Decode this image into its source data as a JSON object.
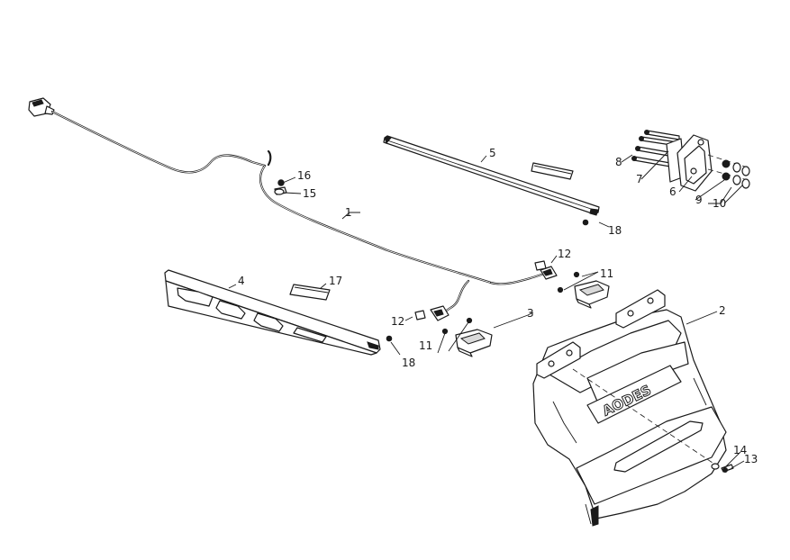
{
  "brand_text": "AODES",
  "callouts": {
    "c1": "1",
    "c2": "2",
    "c3": "3",
    "c4": "4",
    "c5": "5",
    "c6": "6",
    "c7": "7",
    "c8": "8",
    "c9": "9",
    "c10": "10",
    "c11a": "11",
    "c11b": "11",
    "c12a": "12",
    "c12b": "12",
    "c13": "13",
    "c14": "14",
    "c15": "15",
    "c16": "16",
    "c17": "17",
    "c18a": "18",
    "c18b": "18"
  }
}
